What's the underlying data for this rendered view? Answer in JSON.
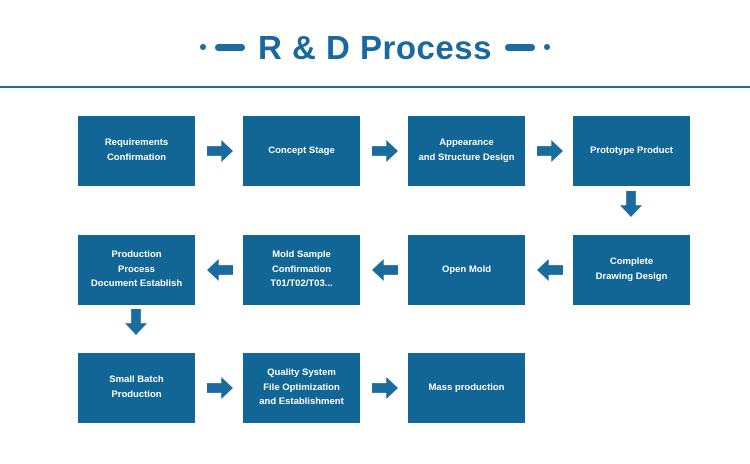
{
  "header": {
    "title": "R & D Process",
    "deco_left_dot": "dot",
    "deco_left_dash": "dash",
    "deco_right_dash": "dash",
    "deco_right_dot": "dot",
    "accent_color": "#1a68a0",
    "divider_color": "#1c6a9e"
  },
  "flow": {
    "node_fill": "#126696",
    "node_text_color": "#ffffff",
    "arrow_color": "#1b6c9e",
    "rows": [
      {
        "direction": "left-to-right",
        "nodes": [
          {
            "label": "Requirements\nConfirmation"
          },
          {
            "label": "Concept Stage"
          },
          {
            "label": "Appearance\nand Structure Design"
          },
          {
            "label": "Prototype Product"
          }
        ]
      },
      {
        "direction": "right-to-left",
        "nodes": [
          {
            "label": "Production\nProcess\nDocument Establish"
          },
          {
            "label": "Mold Sample\nConfirmation\nT01/T02/T03..."
          },
          {
            "label": "Open Mold"
          },
          {
            "label": "Complete\nDrawing Design"
          }
        ]
      },
      {
        "direction": "left-to-right",
        "nodes": [
          {
            "label": "Small Batch\nProduction"
          },
          {
            "label": "Quality System\nFile Optimization\nand Establishment"
          },
          {
            "label": "Mass production"
          }
        ]
      }
    ]
  }
}
